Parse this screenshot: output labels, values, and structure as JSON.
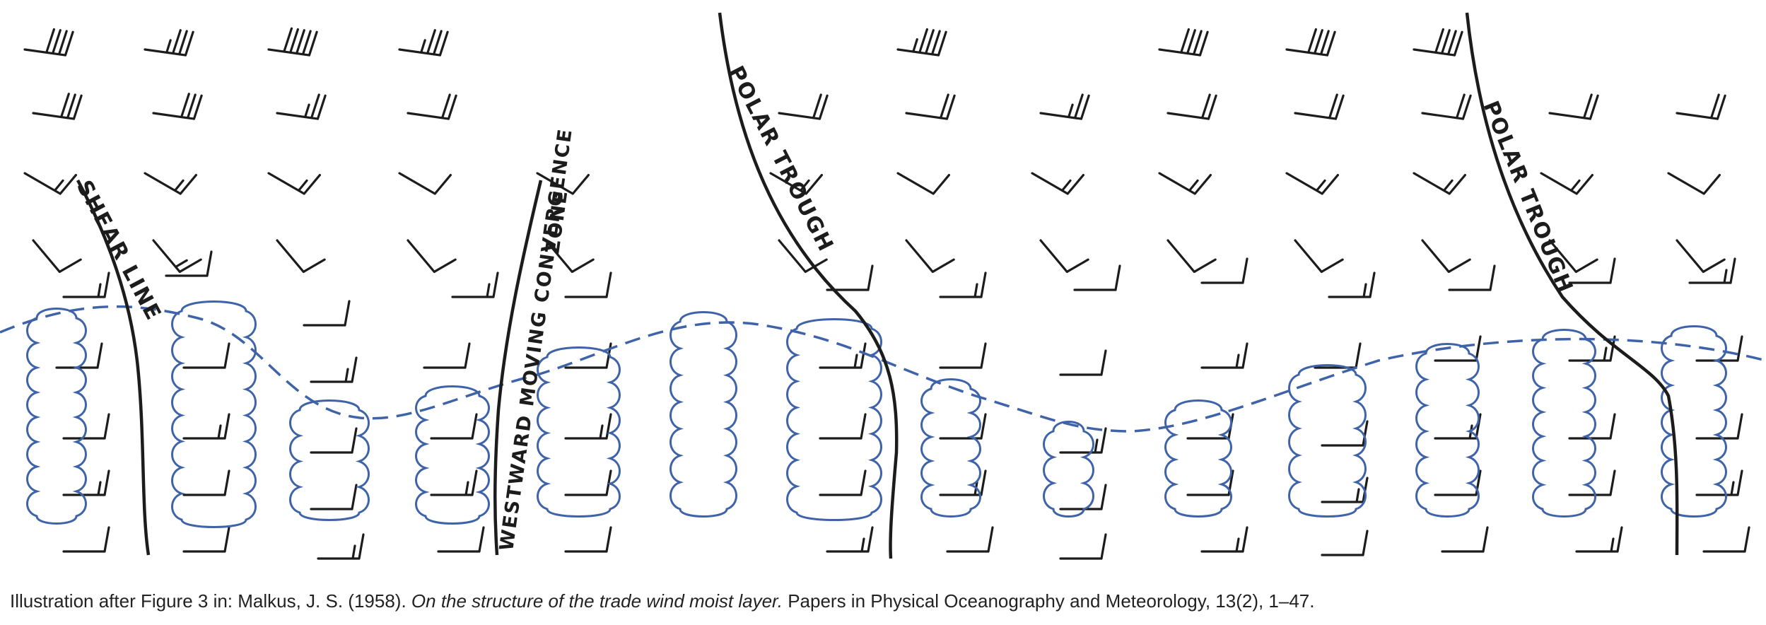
{
  "diagram": {
    "labels": {
      "shear_line": "SHEAR LINE",
      "westward_zone_line1": "WESTWARD MOVING CONVERGENCE",
      "westward_zone_line2": "ZONE",
      "polar_trough_1": "POLAR TROUGH",
      "polar_trough_2": "POLAR TROUGH"
    },
    "colors": {
      "ink": "#1c1c1c",
      "cloud": "#3f63a8",
      "moist_layer": "#3f63a8"
    },
    "barb_rows": [
      [
        4,
        3.5,
        5,
        3.5,
        null,
        null,
        4.5,
        null,
        4,
        4,
        4,
        null,
        null
      ],
      [
        3,
        3,
        2.5,
        2,
        null,
        2,
        2,
        2.5,
        2,
        2,
        2,
        2,
        2
      ],
      [
        1.5,
        1.5,
        1.5,
        1,
        1,
        1.5,
        1,
        1.5,
        1.5,
        1.5,
        1.5,
        1.5,
        1
      ],
      [
        1,
        1.5,
        1,
        1,
        1,
        1,
        1,
        1,
        1,
        1,
        1,
        1,
        1
      ]
    ]
  },
  "caption": {
    "prefix": "Illustration after Figure 3 in: Malkus, J. S. (1958). ",
    "title": "On the structure of the trade wind moist layer.",
    "suffix": " Papers in Physical Oceanography and Meteorology, 13(2), 1–47."
  }
}
